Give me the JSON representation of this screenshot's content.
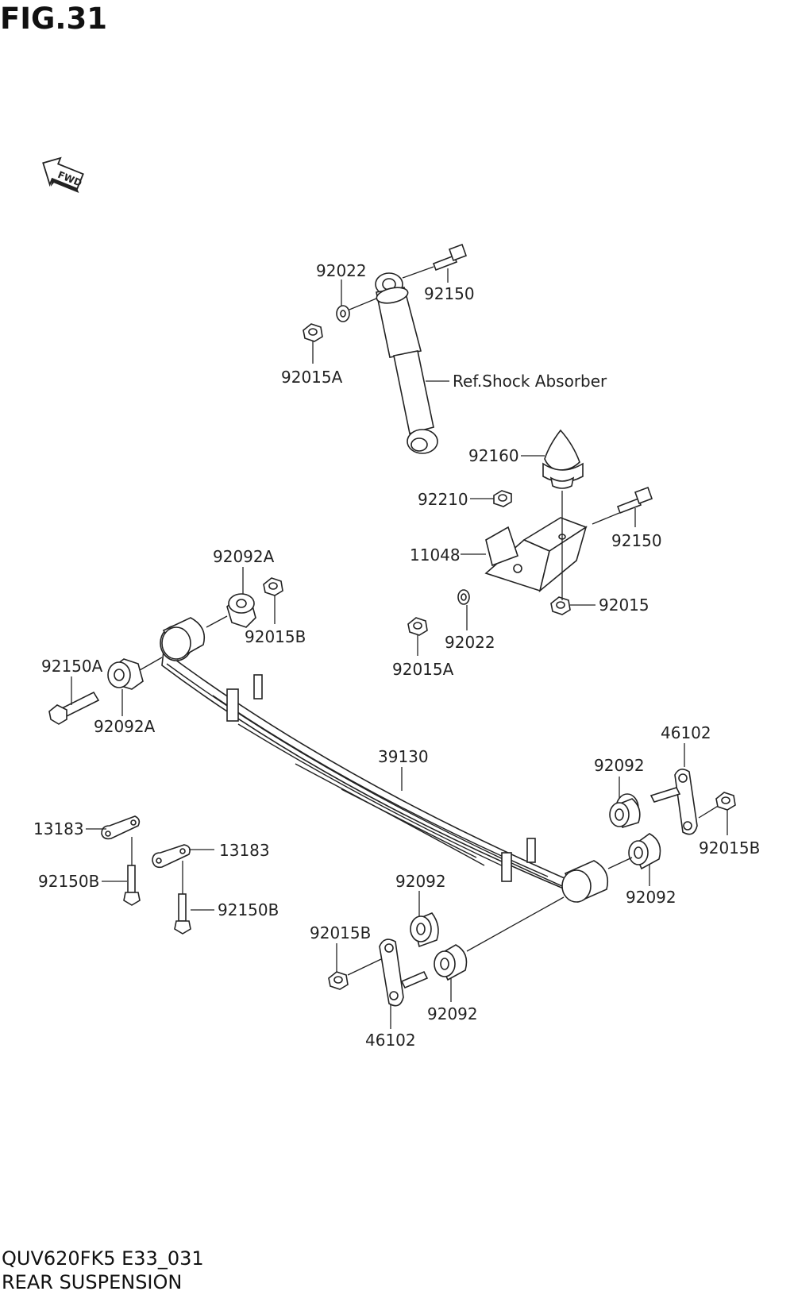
{
  "figure": {
    "title": "FIG.31",
    "fwd_label": "FWD",
    "code": "QUV620FK5 E33_031",
    "name": "REAR SUSPENSION"
  },
  "part_labels": {
    "p92022_top": "92022",
    "p92150_top": "92150",
    "p92015A_top": "92015A",
    "ref_shock": "Ref.Shock Absorber",
    "p92160": "92160",
    "p92210": "92210",
    "p92150_right": "92150",
    "p11048": "11048",
    "p92092A_top": "92092A",
    "p92015B_top": "92015B",
    "p92015_mid": "92015",
    "p92022_mid": "92022",
    "p92015A_mid": "92015A",
    "p92150A": "92150A",
    "p92092A_left": "92092A",
    "p39130": "39130",
    "p46102_right": "46102",
    "p92092_r1": "92092",
    "p92015B_right": "92015B",
    "p92092_r2": "92092",
    "p13183_left": "13183",
    "p13183_mid": "13183",
    "p92150B_left": "92150B",
    "p92150B_mid": "92150B",
    "p92092_c1": "92092",
    "p92015B_bottom": "92015B",
    "p92092_c2": "92092",
    "p46102_bottom": "46102"
  }
}
